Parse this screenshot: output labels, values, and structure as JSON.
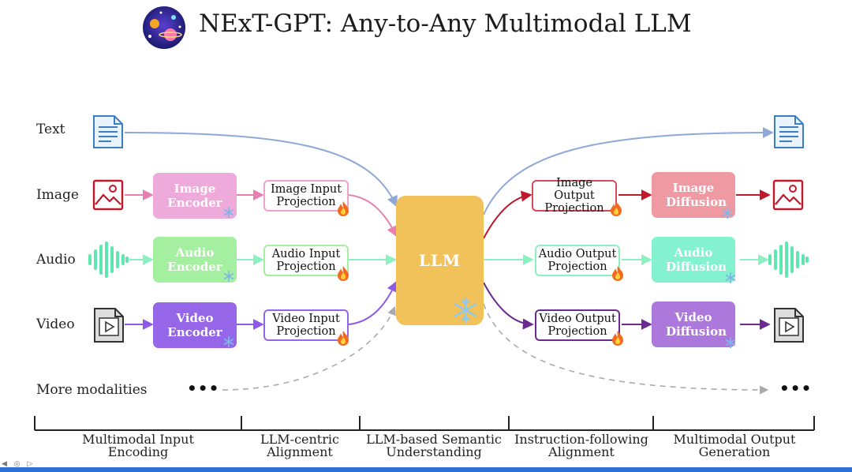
{
  "title": "NExT-GPT: Any-to-Any Multimodal LLM",
  "modalities": [
    {
      "label": "Text"
    },
    {
      "label": "Image"
    },
    {
      "label": "Audio"
    },
    {
      "label": "Video"
    },
    {
      "label": "More modalities"
    }
  ],
  "encoders": {
    "image": "Image Encoder",
    "audio": "Audio Encoder",
    "video": "Video Encoder"
  },
  "input_projections": {
    "image": "Image Input Projection",
    "audio": "Audio Input Projection",
    "video": "Video Input Projection"
  },
  "llm": {
    "label": "LLM"
  },
  "output_projections": {
    "image": "Image Output Projection",
    "audio": "Audio Output Projection",
    "video": "Video Output Projection"
  },
  "diffusions": {
    "image": "Image Diffusion",
    "audio": "Audio Diffusion",
    "video": "Video Diffusion"
  },
  "ellipsis": "•••",
  "stages": [
    {
      "label": "Multimodal Input Encoding"
    },
    {
      "label": "LLM-centric Alignment"
    },
    {
      "label": "LLM-based Semantic Understanding"
    },
    {
      "label": "Instruction-following Alignment"
    },
    {
      "label": "Multimodal Output Generation"
    }
  ],
  "colors": {
    "text": "#8fa9d6",
    "image": "#e87fb2",
    "image_out": "#c0182c",
    "audio": "#8cf0c0",
    "video": "#8f5ae6",
    "video_out": "#6b2a90",
    "llm": "#f2c25a",
    "dashed": "#aaaaaa"
  }
}
